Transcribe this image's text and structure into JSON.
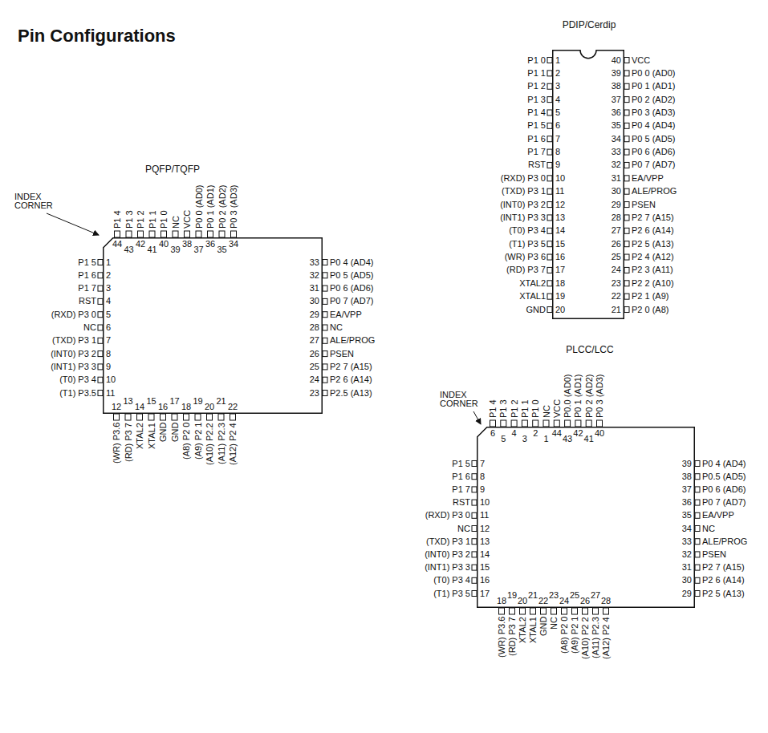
{
  "diagram": {
    "title": "Pin Configurations",
    "nodes": [
      {
        "text": [
          "PDIP/Cerdip"
        ]
      },
      {
        "text": [
          "PQFP/TQFP"
        ]
      },
      {
        "text": [
          "PLCC/LCC"
        ]
      }
    ],
    "labels": [
      "P1 0",
      "P1 1",
      "P1 2",
      "P1 3",
      "P1 4",
      "P1 5",
      "P1 6",
      "P1 7",
      "RST",
      "(RXD) P3 0",
      "(TXD) P3 1",
      "(INT0) P3 2",
      "(INT1) P3 3",
      "(T0) P3 4",
      "(T1) P3 5",
      "(WR) P3 6",
      "(RD) P3 7",
      "XTAL2",
      "XTAL1",
      "GND",
      "1",
      "2",
      "3",
      "4",
      "5",
      "6",
      "7",
      "8",
      "9",
      "10",
      "11",
      "12",
      "13",
      "14",
      "15",
      "16",
      "17",
      "18",
      "19",
      "20",
      "VCC",
      "P0 0 (AD0)",
      "P0 1 (AD1)",
      "P0 2 (AD2)",
      "P0 3 (AD3)",
      "P0 4 (AD4)",
      "P0 5 (AD5)",
      "P0 6 (AD6)",
      "P0 7 (AD7)",
      "EA/VPP",
      "ALE/PROG",
      "PSEN",
      "P2 7 (A15)",
      "P2 6 (A14)",
      "P2 5 (A13)",
      "P2 4 (A12)",
      "P2 3 (A11)",
      "P2 2 (A10)",
      "P2 1 (A9)",
      "P2 0 (A8)",
      "40",
      "39",
      "38",
      "37",
      "36",
      "35",
      "34",
      "33",
      "32",
      "31",
      "30",
      "29",
      "28",
      "27",
      "26",
      "25",
      "24",
      "23",
      "22",
      "21",
      "P1 5",
      "P1 6",
      "P1 7",
      "RST",
      "(RXD) P3 0",
      "NC",
      "(TXD) P3 1",
      "(INT0) P3 2",
      "(INT1) P3 3",
      "(T0) P3 4",
      "(T1) P3.5",
      "1",
      "2",
      "3",
      "4",
      "5",
      "6",
      "7",
      "8",
      "9",
      "10",
      "11",
      "P0 4 (AD4)",
      "P0 5 (AD5)",
      "P0 6 (AD6)",
      "P0 7 (AD7)",
      "EA/VPP",
      "NC",
      "ALE/PROG",
      "PSEN",
      "P2 7 (A15)",
      "P2 6 (A14)",
      "P2.5 (A13)",
      "33",
      "32",
      "31",
      "30",
      "29",
      "28",
      "27",
      "26",
      "25",
      "24",
      "23",
      "P1 4",
      "P1 3",
      "P1 2",
      "P1 1",
      "P1 0",
      "NC",
      "VCC",
      "P0 0 (AD0)",
      "P0 1 (AD1)",
      "P0 2 (AD2)",
      "P0 3 (AD3)",
      "44",
      "43",
      "42",
      "41",
      "40",
      "39",
      "38",
      "37",
      "36",
      "35",
      "34",
      "(WR) P3.6",
      "(RD) P3 7",
      "XTAL2",
      "XTAL1",
      "GND",
      "GND",
      "(A8) P2 0",
      "(A9) P2 1",
      "(A10) P2.2",
      "(A11) P2.3",
      "(A12) P2 4",
      "12",
      "13",
      "14",
      "15",
      "16",
      "17",
      "18",
      "19",
      "20",
      "21",
      "22",
      "INDEX CORNER",
      "P1 5",
      "P1 6",
      "P1 7",
      "RST",
      "(RXD) P3 0",
      "NC",
      "(TXD) P3 1",
      "(INT0) P3 2",
      "(INT1) P3 3",
      "(T0) P3 4",
      "(T1) P3 5",
      "7",
      "8",
      "9",
      "10",
      "11",
      "12",
      "13",
      "14",
      "15",
      "16",
      "17",
      "P0 4 (AD4)",
      "P0.5 (AD5)",
      "P0 6 (AD6)",
      "P0 7 (AD7)",
      "EA/VPP",
      "NC",
      "ALE/PROG",
      "PSEN",
      "P2 7 (A15)",
      "P2 6 (A14)",
      "P2 5 (A13)",
      "39",
      "38",
      "37",
      "36",
      "35",
      "34",
      "33",
      "32",
      "31",
      "30",
      "29",
      "P1 4",
      "P1 3",
      "P1 2",
      "P1 1",
      "P1 0",
      "NC",
      "VCC",
      "P0.0 (AD0)",
      "P0 1 (AD1)",
      "P0 2 (AD2)",
      "P0 3 (AD3)",
      "6",
      "5",
      "4",
      "3",
      "2",
      "1",
      "44",
      "43",
      "42",
      "41",
      "40",
      "(WR) P3.6",
      "(RD) P3 7",
      "XTAL2",
      "XTAL1",
      "GND",
      "NC",
      "(A8) P2 0",
      "(A9) P2 1",
      "(A10) P2 2",
      "(A11) P2.3",
      "(A12) P2 4",
      "18",
      "19",
      "20",
      "21",
      "22",
      "23",
      "24",
      "25",
      "26",
      "27",
      "28",
      "INDEX CORNER"
    ]
  }
}
